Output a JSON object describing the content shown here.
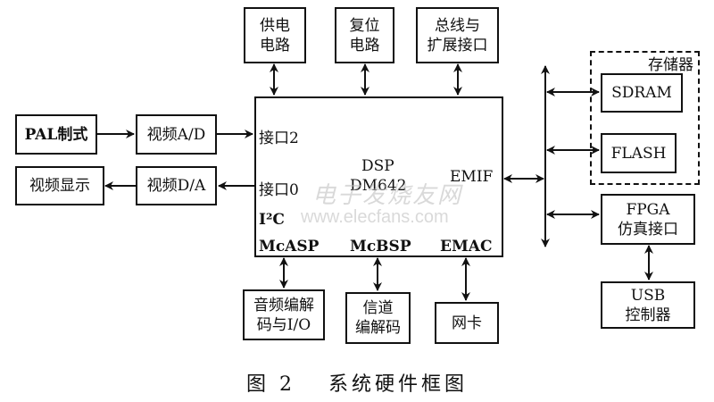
{
  "diagram": {
    "top_boxes": [
      {
        "line1": "供电",
        "line2": "电路"
      },
      {
        "line1": "复位",
        "line2": "电路"
      },
      {
        "line1": "总线与",
        "line2": "扩展接口"
      }
    ],
    "left_boxes": {
      "pal": "PAL制式",
      "adc": "视频A/D",
      "display": "视频显示",
      "dac": "视频D/A"
    },
    "dsp": {
      "title_line1": "DSP",
      "title_line2": "DM642",
      "port2": "接口2",
      "port0": "接口0",
      "i2c": "I²C",
      "mcasp": "McASP",
      "mcbsp": "McBSP",
      "emac": "EMAC",
      "emif": "EMIF"
    },
    "bottom_boxes": [
      {
        "line1": "音频编解",
        "line2": "码与I/O"
      },
      {
        "line1": "信道",
        "line2": "编解码"
      },
      {
        "line1": "网卡",
        "line2": ""
      }
    ],
    "memory_group": {
      "label": "存储器",
      "sdram": "SDRAM",
      "flash": "FLASH"
    },
    "fpga": {
      "line1": "FPGA",
      "line2": "仿真接口"
    },
    "usb": {
      "line1": "USB",
      "line2": "控制器"
    },
    "watermark": {
      "cn": "电子发烧友网",
      "url": "www.elecfans.com"
    },
    "caption": "图 2　 系统硬件框图"
  }
}
